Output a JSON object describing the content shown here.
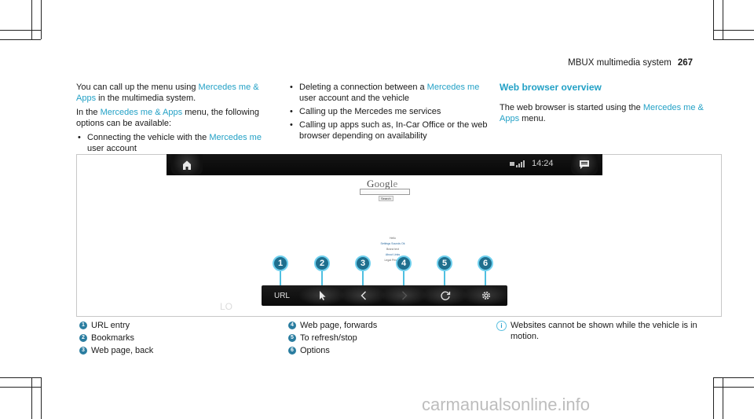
{
  "header": {
    "title": "MBUX multimedia system",
    "page_number": "267"
  },
  "left_col": {
    "p1_pre": "You can call up the menu using ",
    "p1_link": "Mercedes me & Apps",
    "p1_post": " in the multimedia system.",
    "p2_pre": "In the ",
    "p2_link": "Mercedes me & Apps",
    "p2_post": " menu, the following options can be available:",
    "b1_pre": "Connecting the vehicle with the ",
    "b1_link": "Mercedes me",
    "b1_post": " user account"
  },
  "mid_col": {
    "b2_pre": "Deleting a connection between a ",
    "b2_link": "Mercedes me",
    "b2_post": " user account and the vehicle",
    "b3": "Calling up the Mercedes me services",
    "b4": "Calling up apps such as, In-Car Office or the web browser depending on availability"
  },
  "right_col": {
    "title": "Web browser overview",
    "p_pre": "The web browser is started using the ",
    "p_link": "Mercedes me & Apps",
    "p_post": " menu."
  },
  "screen": {
    "time": "14:24",
    "google_logo": "Google",
    "search_button": "Search",
    "link_lines": [
      "Hello",
      "Settings Sounds Ok",
      "Brand text",
      "About Links",
      "Legal Privacy"
    ]
  },
  "callouts": [
    "1",
    "2",
    "3",
    "4",
    "5",
    "6"
  ],
  "toolbar": {
    "url_label": "URL"
  },
  "watermark_text": "LO",
  "legend": [
    {
      "num": "1",
      "label": "URL entry"
    },
    {
      "num": "2",
      "label": "Bookmarks"
    },
    {
      "num": "3",
      "label": "Web page, back"
    },
    {
      "num": "4",
      "label": "Web page, forwards"
    },
    {
      "num": "5",
      "label": "To refresh/stop"
    },
    {
      "num": "6",
      "label": "Options"
    }
  ],
  "note": {
    "text": "Websites cannot be shown while the vehicle is in motion."
  },
  "site_watermark": "carmanualsonline.info",
  "colors": {
    "accent": "#23a1c6",
    "callout": "#1f6f8e"
  }
}
